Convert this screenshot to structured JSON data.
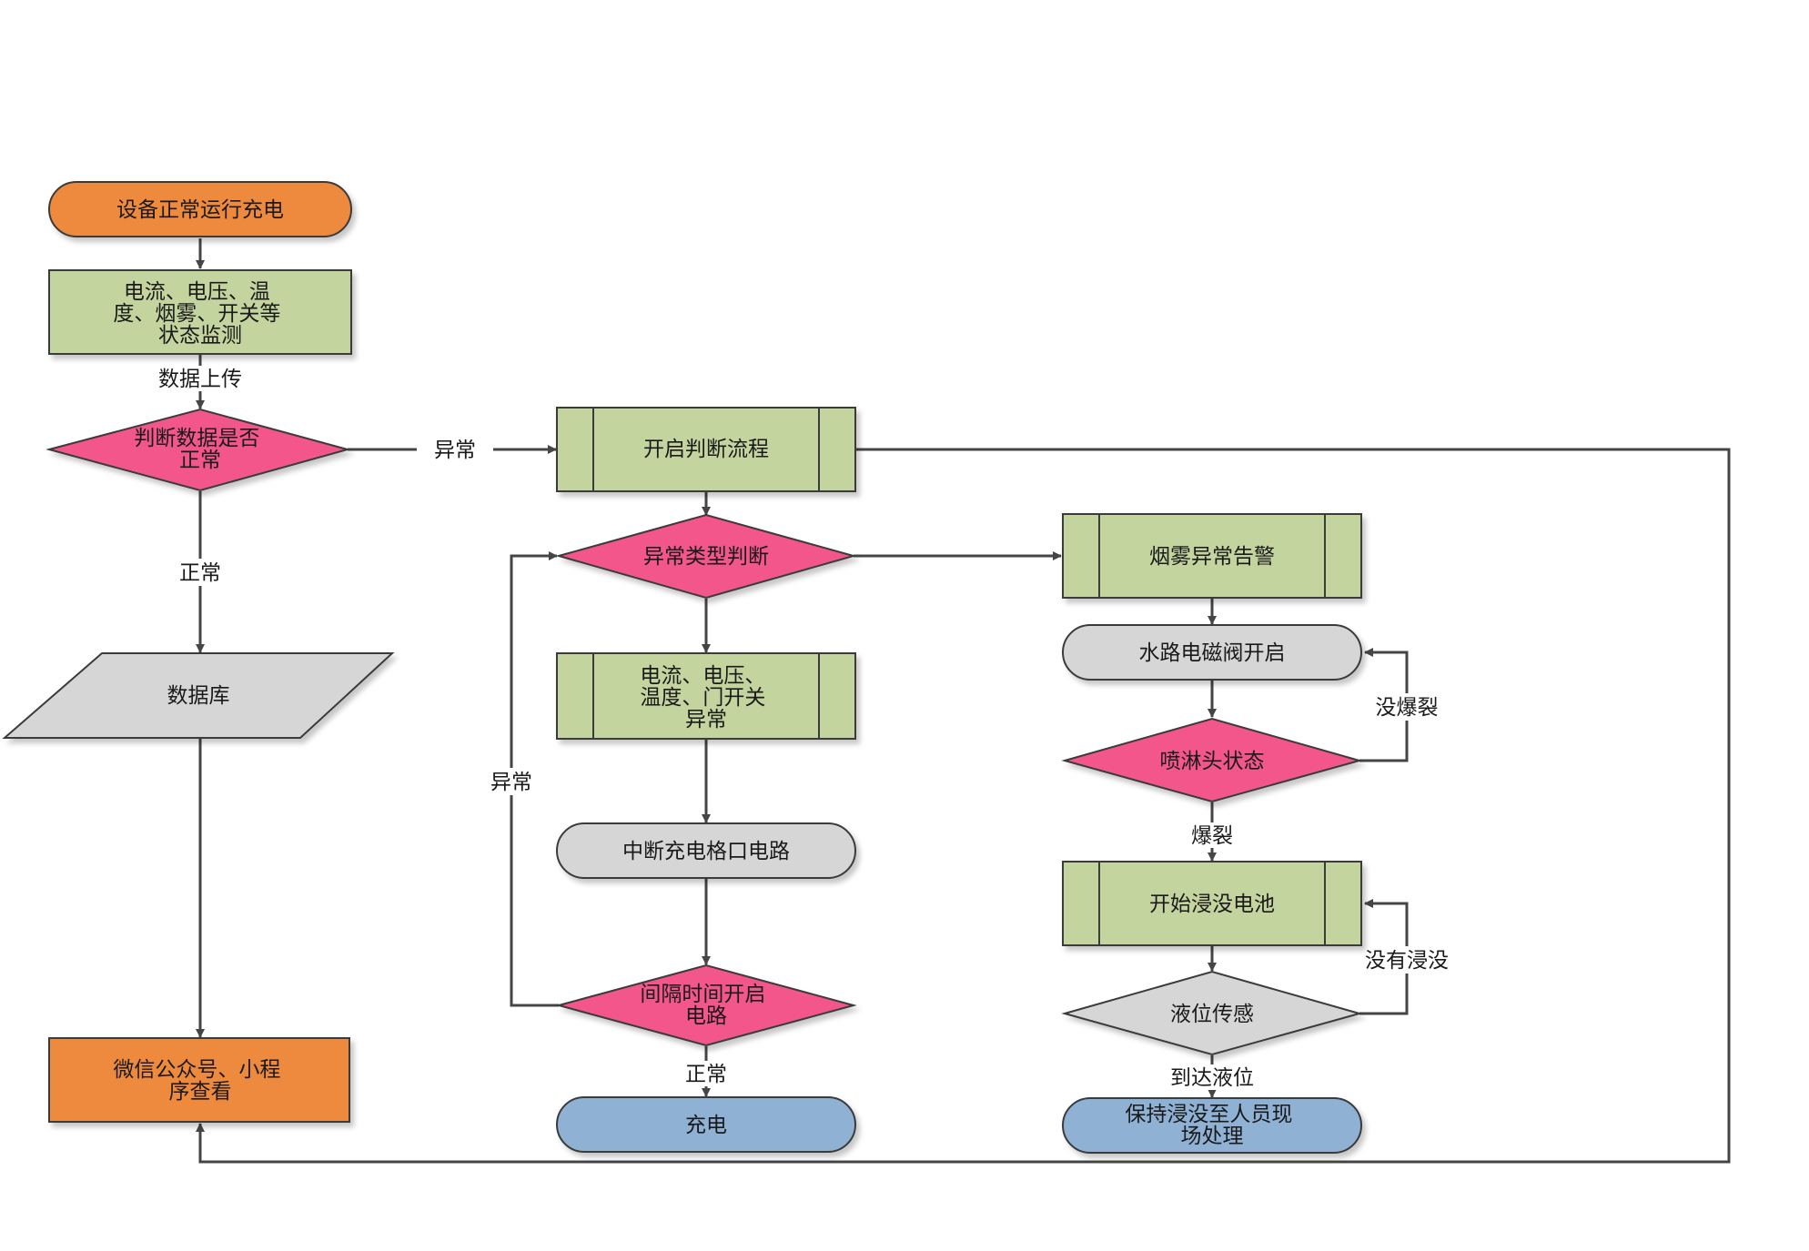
{
  "colors": {
    "orange": "#ee8a3e",
    "green": "#c4d49f",
    "pink": "#f2578b",
    "gray": "#d6d6d6",
    "blue": "#8fb1d4",
    "stroke": "#3b3b3b",
    "line": "#454545"
  },
  "nodes": {
    "start": [
      "设备正常运行充电"
    ],
    "monitor": [
      "电流、电压、温",
      "度、烟雾、开关等",
      "状态监测"
    ],
    "judge_data": [
      "判断数据是否",
      "正常"
    ],
    "database": [
      "数据库"
    ],
    "wechat": [
      "微信公众号、小程",
      "序查看"
    ],
    "open_judge": [
      "开启判断流程"
    ],
    "type_judge": [
      "异常类型判断"
    ],
    "elec_abnormal": [
      "电流、电压、",
      "温度、门开关",
      "异常"
    ],
    "interrupt": [
      "中断充电格口电路"
    ],
    "interval": [
      "间隔时间开启",
      "电路"
    ],
    "charge": [
      "充电"
    ],
    "smoke_alarm": [
      "烟雾异常告警"
    ],
    "water_valve": [
      "水路电磁阀开启"
    ],
    "sprinkler": [
      "喷淋头状态"
    ],
    "submerge": [
      "开始浸没电池"
    ],
    "level_sensor": [
      "液位传感"
    ],
    "keep": [
      "保持浸没至人员现",
      "场处理"
    ]
  },
  "edge_labels": {
    "upload": "数据上传",
    "abnormal_right": "异常",
    "normal_down": "正常",
    "abnormal_loop": "异常",
    "normal_charge": "正常",
    "not_burst": "没爆裂",
    "burst": "爆裂",
    "not_submerged": "没有浸没",
    "level_reached": "到达液位"
  }
}
